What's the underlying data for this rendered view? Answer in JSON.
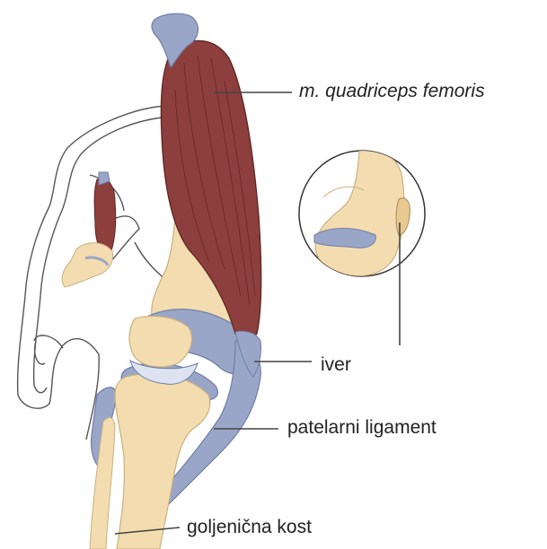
{
  "labels": {
    "quadriceps": "m. quadriceps femoris",
    "iver": "iver",
    "patellar_ligament": "patelarni ligament",
    "tibia": "goljenična kost"
  },
  "colors": {
    "muscle": "#8c3f3d",
    "muscle_line": "#5e2523",
    "bone": "#f3dcb0",
    "bone_edge": "#c9b07e",
    "ligament": "#9aa6c8",
    "ligament_edge": "#6f7ea8",
    "leader": "#444444",
    "label_text": "#222222",
    "outline": "#555555"
  }
}
